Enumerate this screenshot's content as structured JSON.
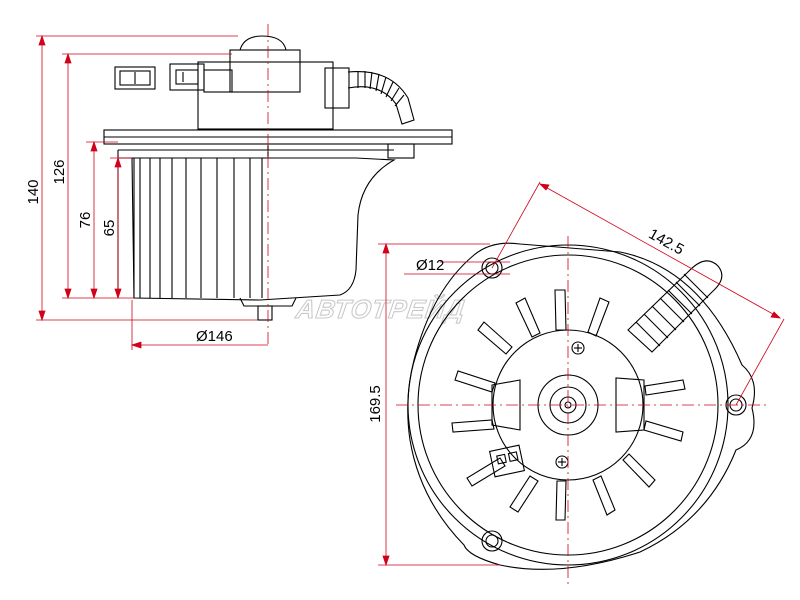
{
  "dimensions": {
    "overall_height": "140",
    "flange_height": "126",
    "housing_height": "76",
    "wheel_height": "65",
    "wheel_diameter": "Ø146",
    "bolt_hole_diameter": "Ø12",
    "bolt_spacing": "142.5",
    "flange_span": "169.5"
  },
  "watermark": "АВТОТРЕЙД",
  "colors": {
    "outline": "#000000",
    "centerline": "#d0021b",
    "dimension": "#d0021b",
    "watermark": "#c9c9c9"
  }
}
